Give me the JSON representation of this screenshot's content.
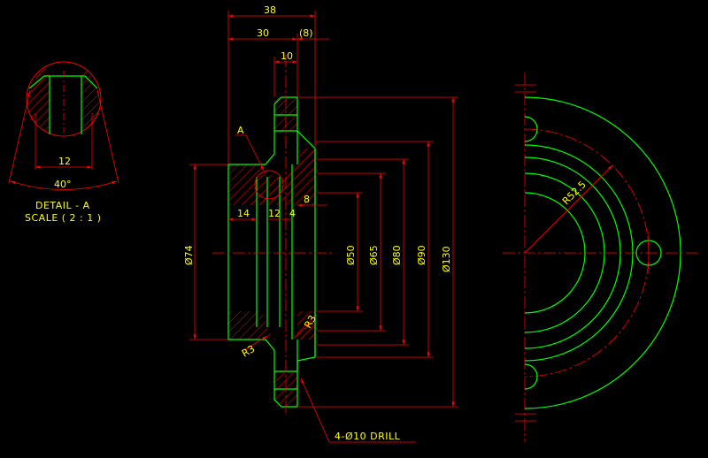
{
  "colors": {
    "background": "#000000",
    "outline": "#00ff00",
    "dimension": "#ff0000",
    "hatch": "#ff0000",
    "text": "#ffff00"
  },
  "dimensions": {
    "width_total": "38",
    "width_left": "30",
    "width_ref": "(8)",
    "slot_width": "10",
    "bore_14": "14",
    "bore_12": "12",
    "bore_4": "4",
    "step_8": "8",
    "dia_74": "Ø74",
    "dia_50": "Ø50",
    "dia_65": "Ø65",
    "dia_80": "Ø80",
    "dia_90": "Ø90",
    "dia_130": "Ø130",
    "radius_r3_left": "R3",
    "radius_r3_right": "R3",
    "radius_r52": "R52.5"
  },
  "callouts": {
    "detail_marker": "A",
    "drill_note": "4-Ø10 DRILL"
  },
  "detail": {
    "width_value": "12",
    "angle_value": "40°",
    "title": "DETAIL - A",
    "scale": "SCALE ( 2 : 1 )"
  }
}
